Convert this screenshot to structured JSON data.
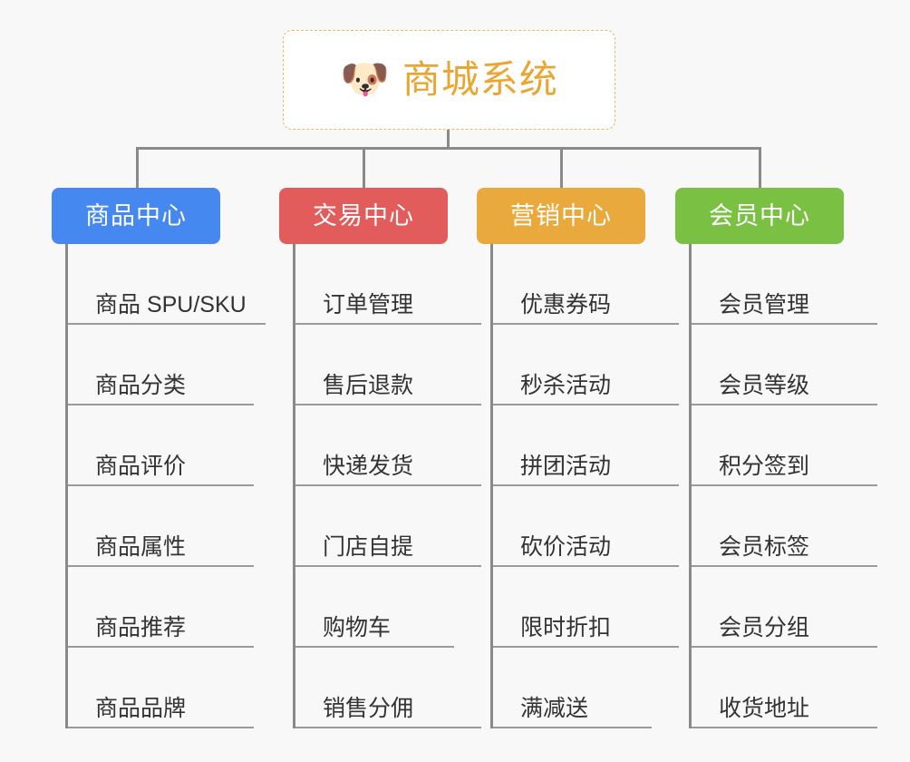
{
  "page": {
    "background_color": "#f8f8f8",
    "connector_color": "#8a8a8a"
  },
  "root": {
    "title": "商城系统",
    "icon": "shiba-dog-face-emoji",
    "emoji": "🐶",
    "text_color": "#eaa632",
    "border_color": "#e7b964",
    "background_color": "#ffffff"
  },
  "columns": [
    {
      "id": "product-center",
      "label": "商品中心",
      "color": "#4588f0",
      "items": [
        {
          "label": "商品 SPU/SKU",
          "width": "wide"
        },
        {
          "label": "商品分类",
          "width": "normal"
        },
        {
          "label": "商品评价",
          "width": "normal"
        },
        {
          "label": "商品属性",
          "width": "normal"
        },
        {
          "label": "商品推荐",
          "width": "normal"
        },
        {
          "label": "商品品牌",
          "width": "normal"
        }
      ]
    },
    {
      "id": "trade-center",
      "label": "交易中心",
      "color": "#e25c5c",
      "items": [
        {
          "label": "订单管理",
          "width": "normal"
        },
        {
          "label": "售后退款",
          "width": "normal"
        },
        {
          "label": "快递发货",
          "width": "normal"
        },
        {
          "label": "门店自提",
          "width": "normal"
        },
        {
          "label": "购物车",
          "width": "narrow"
        },
        {
          "label": "销售分佣",
          "width": "normal"
        }
      ]
    },
    {
      "id": "marketing-center",
      "label": "营销中心",
      "color": "#eaa93c",
      "items": [
        {
          "label": "优惠券码",
          "width": "normal"
        },
        {
          "label": "秒杀活动",
          "width": "normal"
        },
        {
          "label": "拼团活动",
          "width": "normal"
        },
        {
          "label": "砍价活动",
          "width": "normal"
        },
        {
          "label": "限时折扣",
          "width": "normal"
        },
        {
          "label": "满减送",
          "width": "narrow"
        }
      ]
    },
    {
      "id": "member-center",
      "label": "会员中心",
      "color": "#7ac143",
      "items": [
        {
          "label": "会员管理",
          "width": "normal"
        },
        {
          "label": "会员等级",
          "width": "normal"
        },
        {
          "label": "积分签到",
          "width": "normal"
        },
        {
          "label": "会员标签",
          "width": "normal"
        },
        {
          "label": "会员分组",
          "width": "normal"
        },
        {
          "label": "收货地址",
          "width": "normal"
        }
      ]
    }
  ]
}
